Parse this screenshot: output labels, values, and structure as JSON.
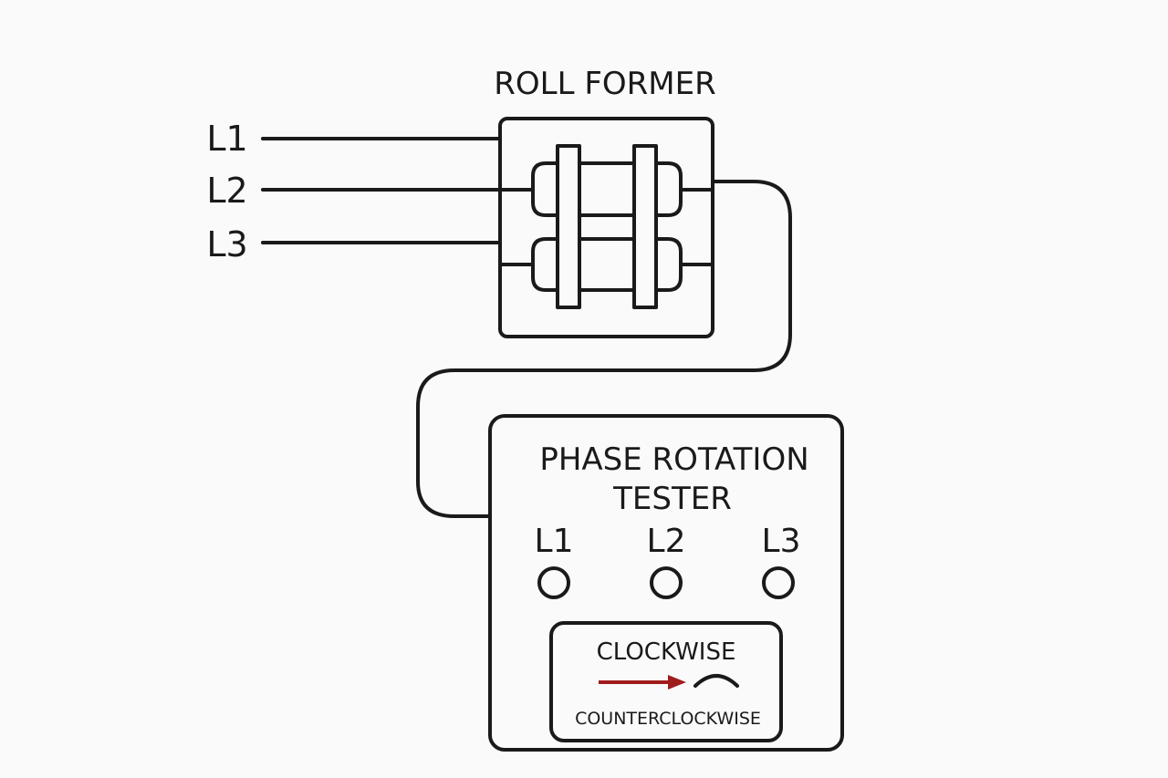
{
  "diagram": {
    "roll_former": {
      "title": "ROLL FORMER"
    },
    "supply_lines": {
      "labels": [
        "L1",
        "L2",
        "L3"
      ]
    },
    "tester": {
      "title_line1": "PHASE ROTATION",
      "title_line2": "TESTER",
      "terminals": [
        "L1",
        "L2",
        "L3"
      ],
      "indicator": {
        "top_label": "CLOCKWISE",
        "bottom_label": "COUNTERCLOCKWISE",
        "arrow_color": "#a01c1c"
      }
    }
  }
}
